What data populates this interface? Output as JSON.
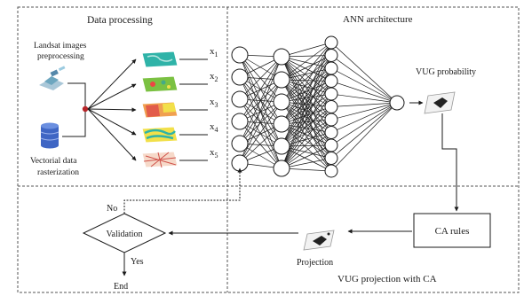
{
  "sections": {
    "data_processing": "Data processing",
    "ann": "ANN architecture",
    "ca": "VUG projection with CA"
  },
  "inputs": {
    "landsat": [
      "Landsat images",
      "preprocessing"
    ],
    "vectorial": [
      "Vectorial data",
      "rasterization"
    ]
  },
  "layers": [
    "x1",
    "x2",
    "x3",
    "x4",
    "x5"
  ],
  "output": "VUG probability",
  "ca_rules": "CA rules",
  "projection": "Projection",
  "validation": "Validation",
  "no": "No",
  "yes": "Yes",
  "end": "End",
  "colors": {
    "line": "#1a1a1a",
    "connector": "#b8262a",
    "border_dash": "#555555",
    "map_teal": "#2fb3a8",
    "map_green": "#7bc142",
    "map_orange": "#f0a050",
    "map_yellow": "#f2e04a",
    "db_blue": "#3f66c4"
  }
}
